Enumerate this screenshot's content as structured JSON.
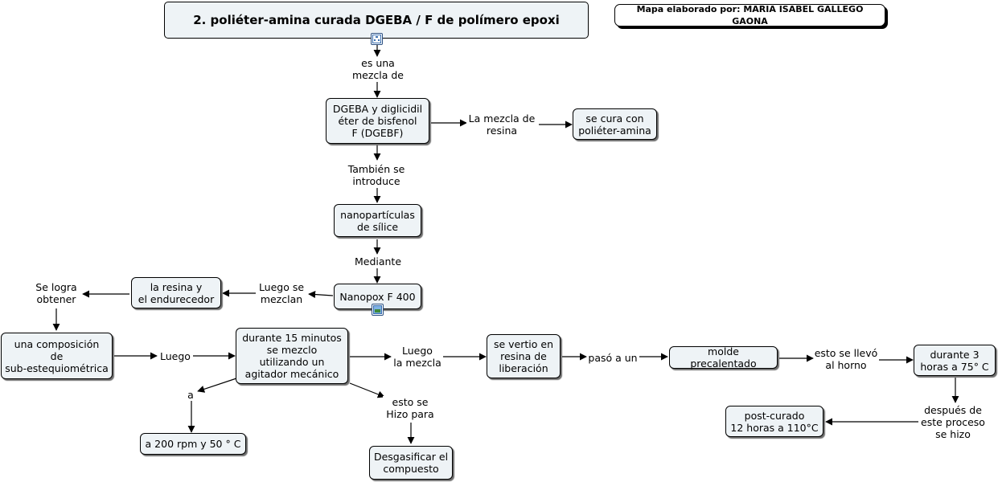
{
  "title": "2. poliéter-amina curada DGEBA  / F de polímero epoxi",
  "credit": "Mapa elaborado por: MARIA ISABEL GALLEGO GAONA",
  "icons": {
    "title": "hierarchy-icon",
    "nanopox": "image-icon"
  },
  "concepts": {
    "dgeba": "DGEBA y diglicidil\néter de bisfenol\nF (DGEBF)",
    "cura": "se cura con\npoliéter-amina",
    "nano": "nanopartículas\nde sílice",
    "nanopox": "Nanopox F 400",
    "resina": "la resina y\nel endurecedor",
    "comp": "una composición\nde\nsub-estequiométrica",
    "dur15": "durante 15 minutos\nse mezclo\nutilizando un\nagitador mecánico",
    "vertio": "se vertio en\nresina de\nliberación",
    "molde": "molde precalentado",
    "dur3": "durante 3\nhoras a 75° C",
    "post": "post-curado\n12 horas a 110°C",
    "rpm": "a 200 rpm y 50 ° C",
    "desg": "Desgasificar el\ncompuesto"
  },
  "links": {
    "esuna": "es una\nmezcla de",
    "lamezcla": "La mezcla de\nresina",
    "tambien": "También se\nintroduce",
    "mediante": "Mediante",
    "luegose": "Luego se\nmezclan",
    "selogra": "Se logra\nobtener",
    "luego": "Luego",
    "luegomezcla": "Luego\nla mezcla",
    "paso": "pasó a un",
    "esto": "esto se llevó\nal horno",
    "despues": "después de\neste proceso\nse hizo",
    "a": "a",
    "hizo": "esto se\nHizo para"
  }
}
